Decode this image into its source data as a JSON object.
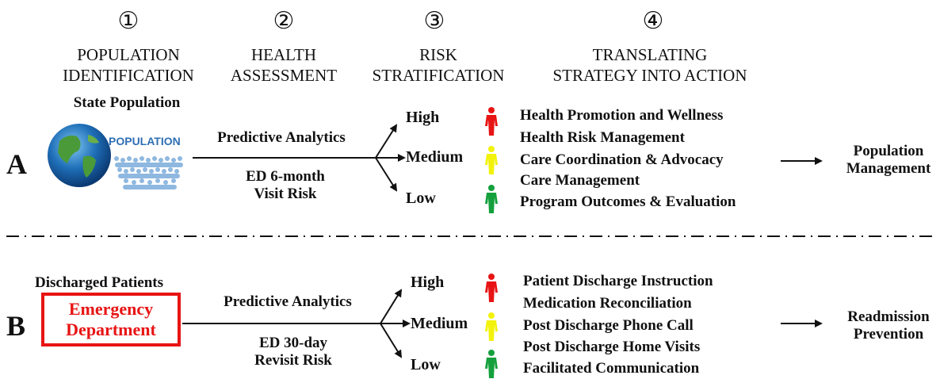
{
  "steps": [
    {
      "num": "①",
      "title_line1": "POPULATION",
      "title_line2": "IDENTIFICATION"
    },
    {
      "num": "②",
      "title_line1": "HEALTH",
      "title_line2": "ASSESSMENT"
    },
    {
      "num": "③",
      "title_line1": "RISK",
      "title_line2": "STRATIFICATION"
    },
    {
      "num": "④",
      "title_line1": "TRANSLATING",
      "title_line2": "STRATEGY INTO ACTION"
    }
  ],
  "row_a": {
    "letter": "A",
    "source_label": "State Population",
    "globe_text": "POPULATION",
    "analytics_label": "Predictive Analytics",
    "risk_line1": "ED 6-month",
    "risk_line2": "Visit Risk",
    "levels": [
      "High",
      "Medium",
      "Low"
    ],
    "actions": [
      "Health Promotion and Wellness",
      "Health Risk Management",
      "Care Coordination & Advocacy",
      "Care Management",
      "Program Outcomes & Evaluation"
    ],
    "outcome_line1": "Population",
    "outcome_line2": "Management"
  },
  "row_b": {
    "letter": "B",
    "source_label": "Discharged Patients",
    "ed_line1": "Emergency",
    "ed_line2": "Department",
    "analytics_label": "Predictive Analytics",
    "risk_line1": "ED 30-day",
    "risk_line2": "Revisit Risk",
    "levels": [
      "High",
      "Medium",
      "Low"
    ],
    "actions": [
      "Patient Discharge Instruction",
      "Medication Reconciliation",
      "Post Discharge Phone Call",
      "Post Discharge Home Visits",
      "Facilitated Communication"
    ],
    "outcome_line1": "Readmission",
    "outcome_line2": "Prevention"
  },
  "colors": {
    "high": "#e81414",
    "medium": "#f2f20a",
    "low": "#14a03c",
    "ed_border": "#e81414",
    "globe_text": "#2f6fb5"
  },
  "icons": [
    "person-red-icon",
    "person-yellow-icon",
    "person-green-icon",
    "globe-icon",
    "crowd-icon"
  ]
}
